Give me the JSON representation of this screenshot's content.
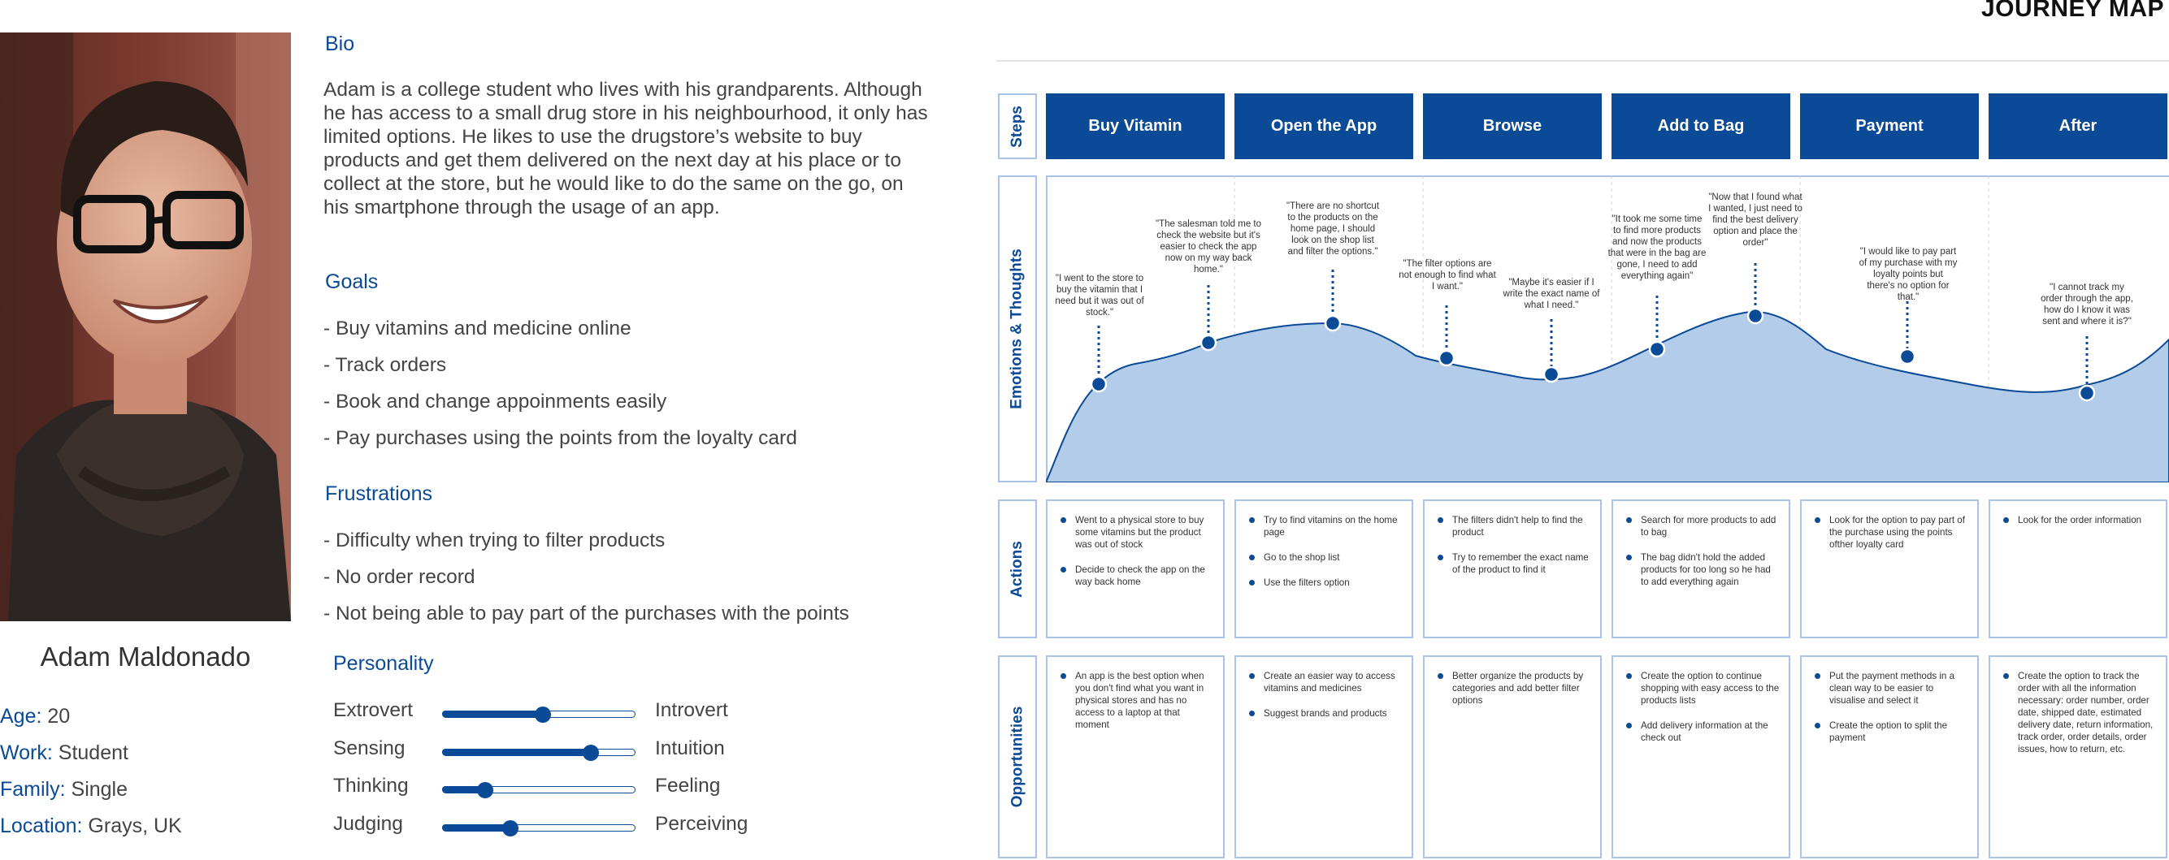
{
  "persona": {
    "name": "Adam Maldonado",
    "facts": [
      {
        "label": "Age:",
        "value": "20"
      },
      {
        "label": "Work:",
        "value": "Student"
      },
      {
        "label": "Family:",
        "value": "Single"
      },
      {
        "label": "Location:",
        "value": "Grays, UK"
      }
    ],
    "bio_title": "Bio",
    "bio_text": "Adam is a college student who lives with his grandparents. Although he has access to a small drug store in his neighbourhood, it only has limited options. He likes to use the drugstore’s website to buy products and get them delivered on the next day at his place or to collect at the store, but he would like to do the same on the go, on his smartphone through the usage of an app.",
    "goals_title": "Goals",
    "goals": [
      "- Buy vitamins and medicine online",
      "- Track orders",
      "- Book and change appoinments easily",
      "- Pay purchases using the points from the loyalty card"
    ],
    "frustrations_title": "Frustrations",
    "frustrations": [
      "- Difficulty when trying to filter products",
      "- No order record",
      "- Not being able to pay part of the purchases with the points"
    ],
    "personality_title": "Personality",
    "personality": [
      {
        "left": "Extrovert",
        "right": "Introvert",
        "level": 0.52
      },
      {
        "left": "Sensing",
        "right": "Intuition",
        "level": 0.77
      },
      {
        "left": "Thinking",
        "right": "Feeling",
        "level": 0.22
      },
      {
        "left": "Judging",
        "right": "Perceiving",
        "level": 0.35
      }
    ]
  },
  "journey": {
    "title": "JOURNEY MAP",
    "row_labels": {
      "steps": "Steps",
      "emotions": "Emotions & Thoughts",
      "actions": "Actions",
      "opportunities": "Opportunities"
    },
    "steps": [
      "Buy Vitamin",
      "Open the App",
      "Browse",
      "Add to Bag",
      "Payment",
      "After"
    ],
    "quotes": [
      "\"I went to the store to buy the vitamin that I need but it was out of stock.\"",
      "\"The salesman told me to check the website but it's easier to check the app now on my way back home.\"",
      "\"There are no shortcut to the products on the home page, I should look on the shop list and filter the options.\"",
      "\"The filter options are not enough to find what I want.\"",
      "\"Maybe it's easier if I write the exact name of what I need.\"",
      "\"It took me some time to find more products and now the products that were in the bag are gone, I need to add everything again\"",
      "\"Now that I found what I wanted, I just need to find the best delivery option and place the order\"",
      "\"I would like to pay part of my purchase with my loyalty points but there's no option for that.\"",
      "\"I cannot track my order through the app, how do I know it was sent and where it is?\""
    ],
    "actions": [
      [
        "Went to a physical store to buy some vitamins but the product was out of stock",
        "Decide to check the app on the way back home"
      ],
      [
        "Try to find vitamins on the home page",
        "Go to the shop list",
        "Use the filters option"
      ],
      [
        "The filters didn't help to find the product",
        "Try to remember the exact name of the product to find it"
      ],
      [
        "Search for more products to add to bag",
        "The bag didn't hold the added products for too long so he had to add everything again"
      ],
      [
        "Look for the option to pay part of the purchase using the points ofther loyalty card"
      ],
      [
        "Look for the order information"
      ]
    ],
    "opportunities": [
      [
        "An app is the best option when you don't find what you want in physical stores and has no access to a laptop at that moment"
      ],
      [
        "Create an easier way to access vitamins and medicines",
        "Suggest brands and products"
      ],
      [
        "Better organize the products by categories and add better filter options"
      ],
      [
        "Create the option to continue shopping with easy access to the products lists",
        "Add delivery information at the check out"
      ],
      [
        "Put the payment methods in a clean way to be easier to visualise and select it",
        "Create the option to split the payment"
      ],
      [
        "Create the option to track the order with all the information necessary: order number, order date, shipped date, estimated delivery date, return information, track order, order details, order issues, how to return, etc."
      ]
    ],
    "colors": {
      "accent": "#0a4a96",
      "border": "#a9c4e6",
      "curve_fill": "#b3cce9"
    }
  }
}
